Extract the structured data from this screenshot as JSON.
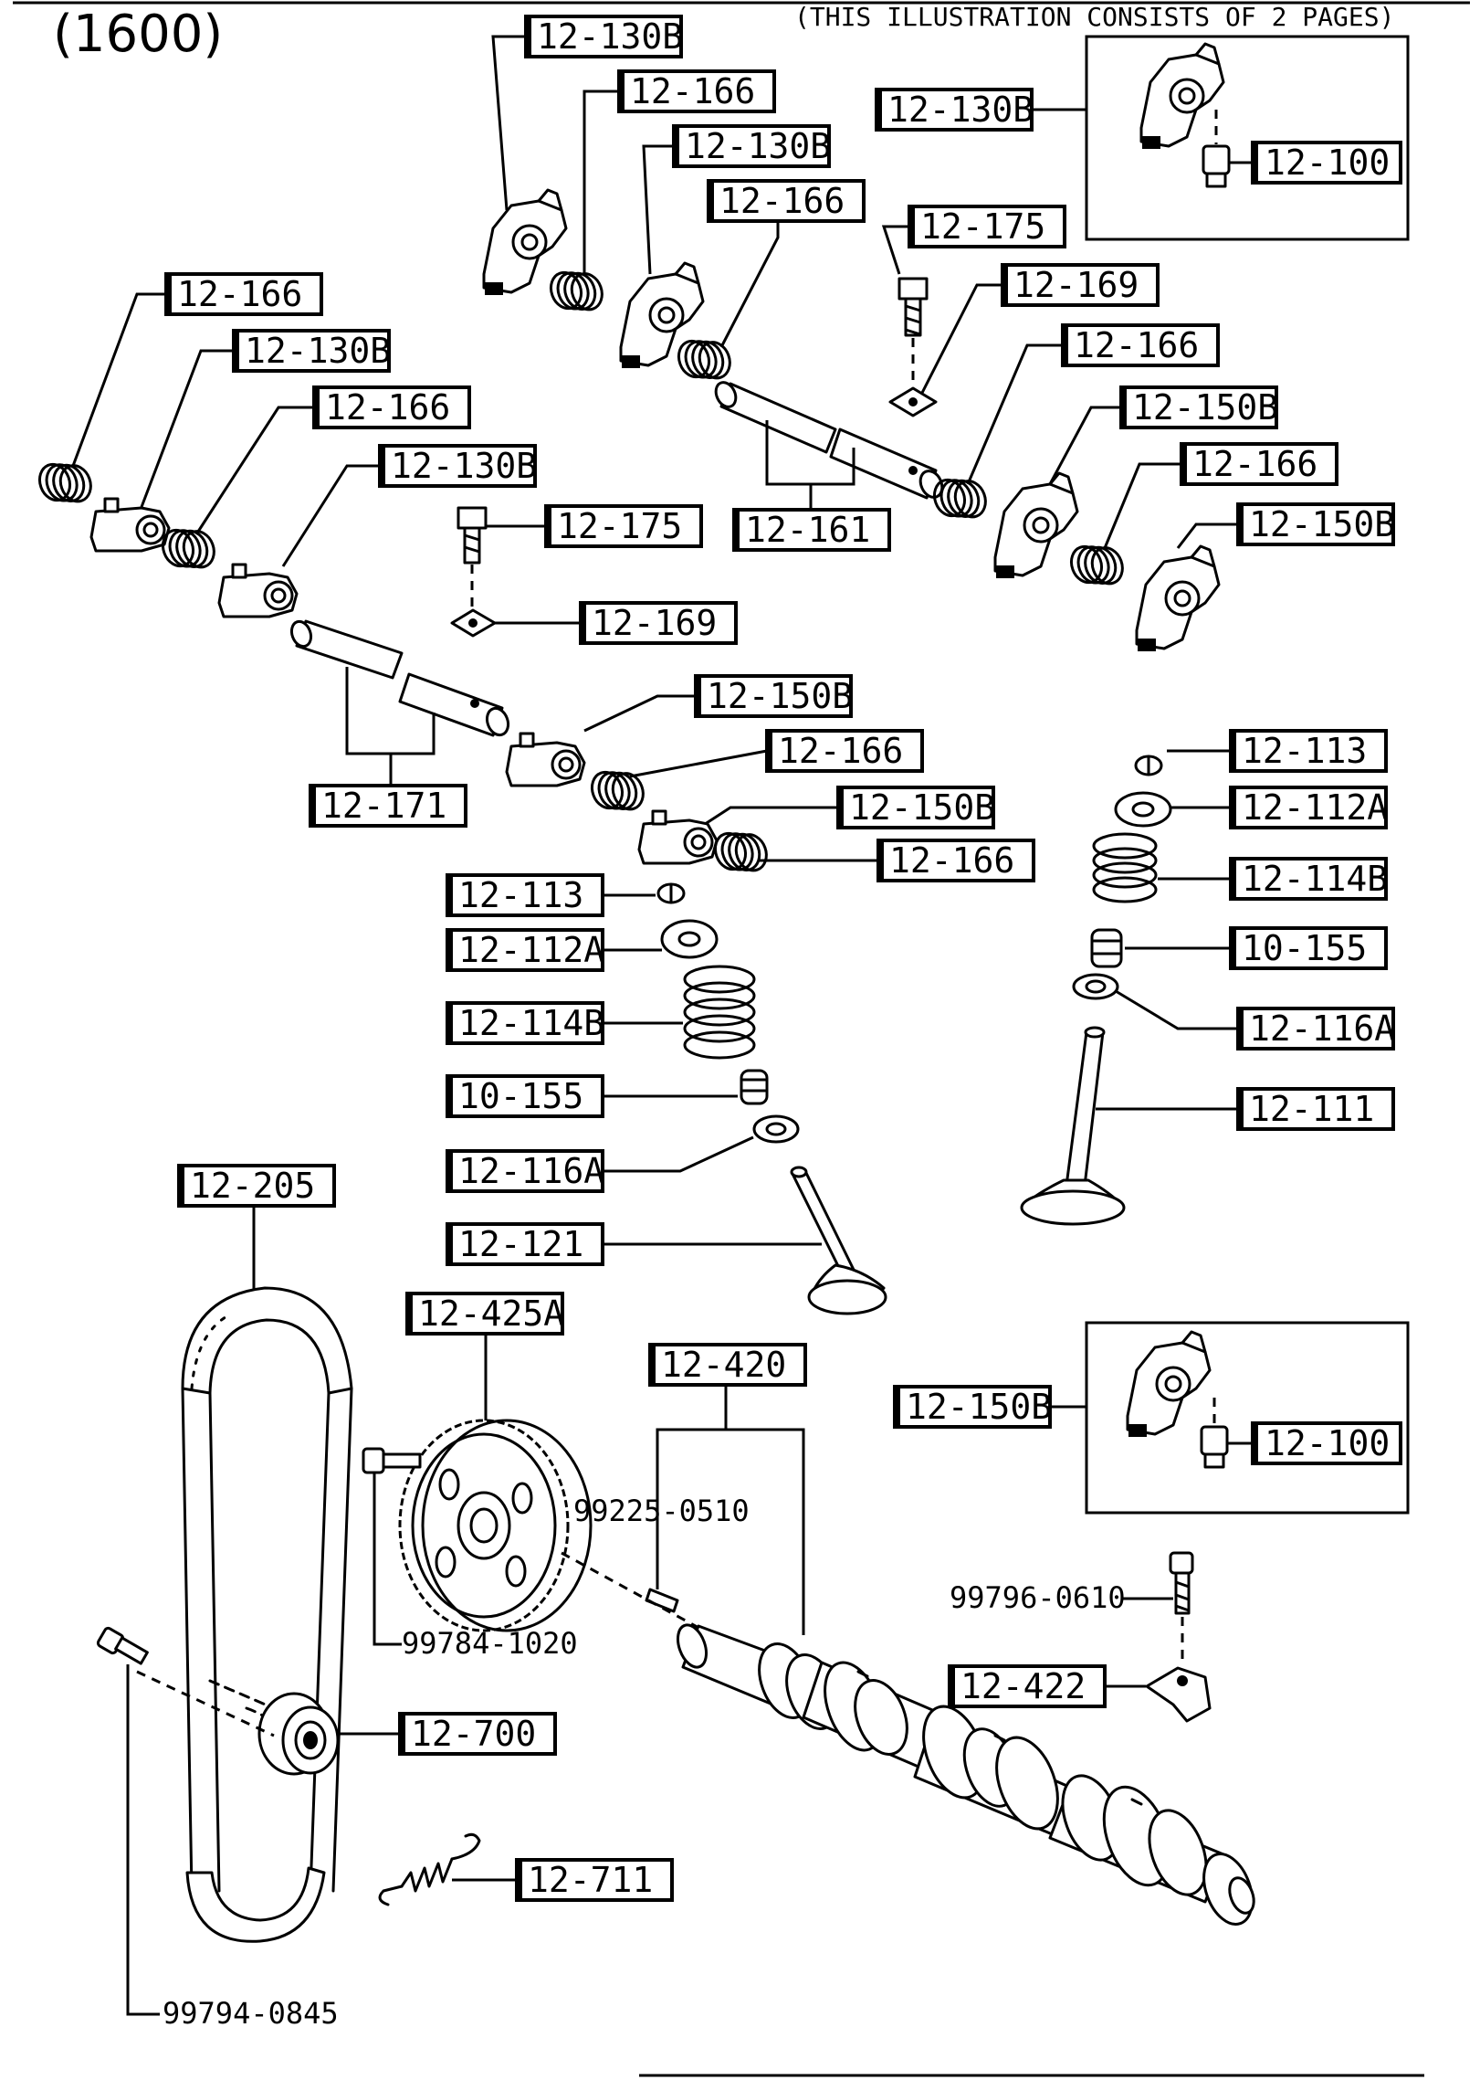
{
  "header": {
    "engine": "(1600)",
    "note": "(THIS ILLUSTRATION CONSISTS OF  2 PAGES)"
  },
  "callouts": {
    "rocker_arm_top_1": "12-130B",
    "spring_top_1": "12-166",
    "rocker_arm_top_2": "12-130B",
    "spring_top_2": "12-166",
    "bolt_right_shaft": "12-175",
    "washer_right_shaft": "12-169",
    "spring_right_1": "12-166",
    "rocker_arm_right_1": "12-150B",
    "spring_right_2": "12-166",
    "rocker_arm_right_2": "12-150B",
    "shaft_right": "12-161",
    "spring_left_1": "12-166",
    "rocker_arm_left_1": "12-130B",
    "spring_left_2": "12-166",
    "rocker_arm_left_2": "12-130B",
    "bolt_left_shaft": "12-175",
    "washer_left_shaft": "12-169",
    "rocker_arm_mid_1": "12-150B",
    "spring_mid_1": "12-166",
    "shaft_left": "12-171",
    "rocker_arm_mid_2": "12-150B",
    "spring_mid_2": "12-166",
    "keeper_left": "12-113",
    "retainer_left": "12-112A",
    "valve_spring_left": "12-114B",
    "seal_left": "10-155",
    "seat_left": "12-116A",
    "intake_valve": "12-121",
    "keeper_right": "12-113",
    "retainer_right": "12-112A",
    "valve_spring_right": "12-114B",
    "seal_right": "10-155",
    "seat_right": "12-116A",
    "exhaust_valve": "12-111",
    "timing_belt": "12-205",
    "camshaft_pulley": "12-425A",
    "camshaft": "12-420",
    "pin_plain": "99225-0510",
    "pulley_bolt_plain": "99784-1020",
    "tensioner": "12-700",
    "tensioner_spring": "12-711",
    "tensioner_bolt_plain": "99794-0845",
    "thrust_bolt_plain": "99796-0610",
    "thrust_plate": "12-422"
  },
  "inset_top": {
    "rocker_label": "12-130B",
    "adjuster_label": "12-100"
  },
  "inset_bottom": {
    "rocker_label": "12-150B",
    "adjuster_label": "12-100"
  }
}
